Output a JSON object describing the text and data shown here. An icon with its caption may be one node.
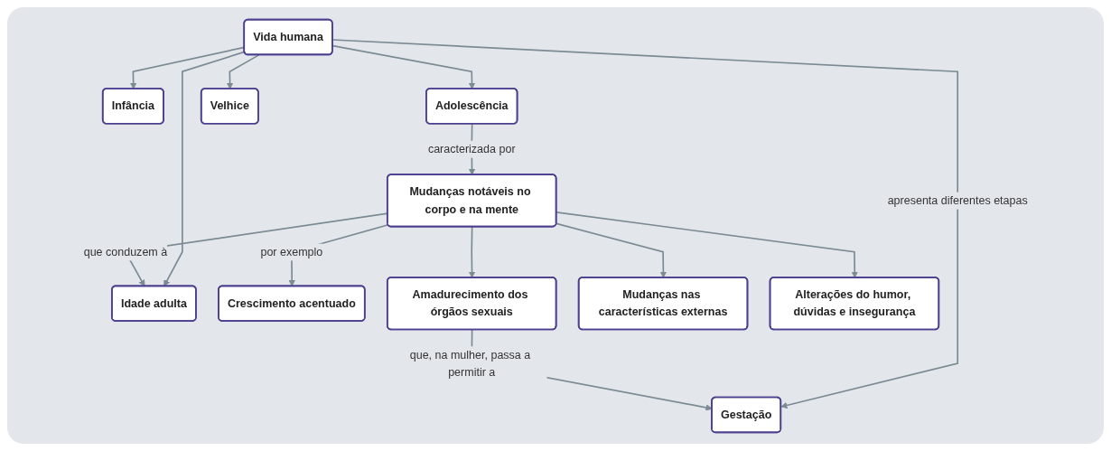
{
  "diagram": {
    "nodes": [
      {
        "text": [
          "Vida humana"
        ]
      },
      {
        "text": [
          "Gestação"
        ]
      },
      {
        "text": [
          "Infância"
        ]
      },
      {
        "text": [
          "Adolescência"
        ]
      },
      {
        "text": [
          "Idade adulta"
        ]
      },
      {
        "text": [
          "Velhice"
        ]
      },
      {
        "text": [
          "Mudanças notáveis no corpo e na mente"
        ]
      },
      {
        "text": [
          "Crescimento acentuado"
        ]
      },
      {
        "text": [
          "Amadurecimento dos órgãos sexuais"
        ]
      },
      {
        "text": [
          "Mudanças nas características externas"
        ]
      },
      {
        "text": [
          "Alterações do humor, dúvidas e insegurança"
        ]
      }
    ],
    "edges": [
      {
        "from": 0,
        "to": 1,
        "arrow": "to",
        "label": "apresenta diferentes etapas"
      },
      {
        "from": 0,
        "to": 2,
        "arrow": "to"
      },
      {
        "from": 0,
        "to": 3,
        "arrow": "to"
      },
      {
        "from": 0,
        "to": 4,
        "arrow": "to"
      },
      {
        "from": 0,
        "to": 5,
        "arrow": "to"
      },
      {
        "from": 3,
        "to": 6,
        "arrow": "to",
        "label": "caracterizada por"
      },
      {
        "from": 6,
        "to": 4,
        "arrow": "to",
        "label": "que conduzem à"
      },
      {
        "from": 6,
        "to": 7,
        "arrow": "to",
        "label": "por exemplo"
      },
      {
        "from": 6,
        "to": 8,
        "arrow": "to"
      },
      {
        "from": 6,
        "to": 9,
        "arrow": "to"
      },
      {
        "from": 6,
        "to": 10,
        "arrow": "to"
      },
      {
        "from": 8,
        "to": 1,
        "arrow": "to",
        "label": "que, na mulher, passa a permitir a"
      }
    ]
  }
}
